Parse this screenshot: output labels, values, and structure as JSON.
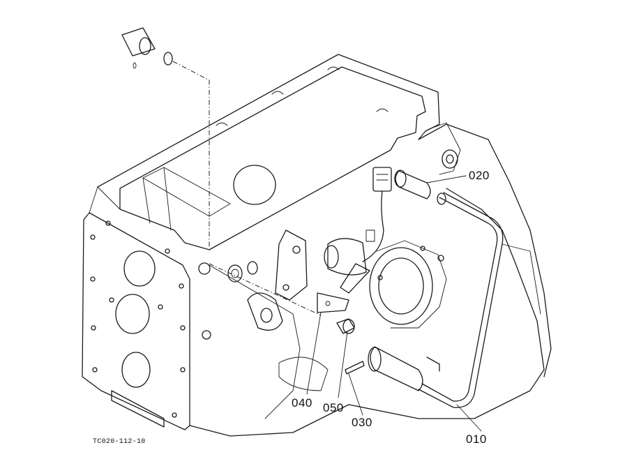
{
  "parts": [
    {
      "id": "p010",
      "label": "010"
    },
    {
      "id": "p020",
      "label": "020"
    },
    {
      "id": "p030",
      "label": "030"
    },
    {
      "id": "p040",
      "label": "040"
    },
    {
      "id": "p050",
      "label": "050"
    }
  ],
  "reference_code": "TC020-112-10"
}
